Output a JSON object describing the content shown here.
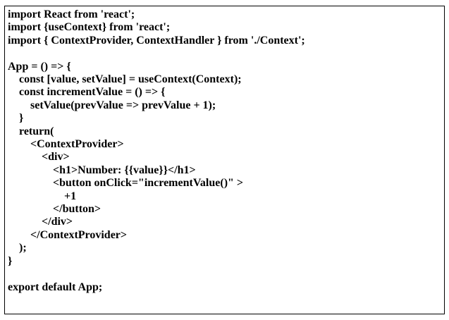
{
  "page": {
    "background_color": "#ffffff",
    "text_color": "#000000",
    "border_color": "#000000"
  },
  "code_box": {
    "language": "javascript-jsx",
    "lines": [
      "import React from 'react';",
      "import {useContext} from 'react';",
      "import { ContextProvider, ContextHandler } from './Context';",
      "",
      "App = () => {",
      "    const [value, setValue] = useContext(Context);",
      "    const incrementValue = () => {",
      "        setValue(prevValue => prevValue + 1);",
      "    }",
      "    return(",
      "        <ContextProvider>",
      "            <div>",
      "                <h1>Number: {{value}}</h1>",
      "                <button onClick=\"incrementValue()\" >",
      "                    +1",
      "                </button>",
      "            </div>",
      "        </ContextProvider>",
      "    );",
      "}",
      "",
      "export default App;"
    ]
  }
}
